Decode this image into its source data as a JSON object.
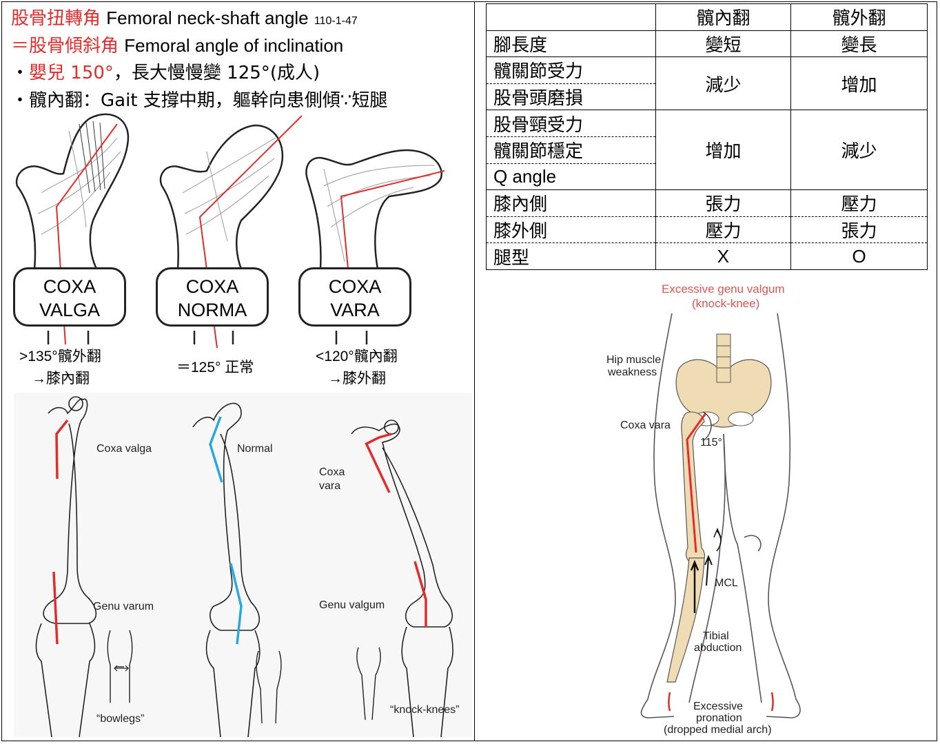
{
  "header": {
    "line1_cn": "股骨扭轉角",
    "line1_en": "Femoral neck-shaft angle",
    "line1_ref": "110-1-47",
    "line2_eq": "＝",
    "line2_cn": "股骨傾斜角",
    "line2_en": "Femoral angle of inclination",
    "line3_bullet": "・",
    "line3_red": "嬰兒 150°",
    "line3_rest": "，長大慢慢變 125°(成人)",
    "line4_bullet": "・",
    "line4_text": "髖內翻：Gait 支撐中期，軀幹向患側傾∵短腿"
  },
  "coxa_boxes": [
    {
      "line1": "COXA",
      "line2": "VALGA"
    },
    {
      "line1": "COXA",
      "line2": "NORMA"
    },
    {
      "line1": "COXA",
      "line2": "VARA"
    }
  ],
  "angle_labels": {
    "valga_a": ">135°髖外翻",
    "valga_b": "→膝內翻",
    "norma": "＝125° 正常",
    "vara_a": "<120°髖內翻",
    "vara_b": "→膝外翻"
  },
  "figure_labels": {
    "coxa_valga": "Coxa valga",
    "normal": "Normal",
    "coxa_vara": "Coxa\nvara",
    "genu_varum": "Genu varum",
    "genu_valgum": "Genu valgum",
    "bowlegs": "“bowlegs”",
    "knock_knees": "“knock-knees”"
  },
  "table": {
    "headers": [
      "",
      "髖內翻",
      "髖外翻"
    ],
    "rows": [
      {
        "label": "腳長度",
        "inner": "變短",
        "outer": "變長"
      },
      {
        "label": "髖關節受力",
        "inner": "減少",
        "outer": "增加"
      },
      {
        "label": "股骨頭磨損"
      },
      {
        "label": "股骨頸受力",
        "inner": "增加",
        "outer": "減少"
      },
      {
        "label": "髖關節穩定"
      },
      {
        "label": "Q angle"
      },
      {
        "label": "膝內側",
        "inner": "張力",
        "outer": "壓力"
      },
      {
        "label": "膝外側",
        "inner": "壓力",
        "outer": "張力"
      },
      {
        "label": "腿型",
        "inner": "X",
        "outer": "O"
      }
    ]
  },
  "right_figure": {
    "title_a": "Excessive genu valgum",
    "title_b": "(knock-knee)",
    "hip_a": "Hip muscle",
    "hip_b": "weakness",
    "coxa_vara": "Coxa vara",
    "angle": "115°",
    "mcl": "MCL",
    "tibial_a": "Tibial",
    "tibial_b": "abduction",
    "pron_a": "Excessive",
    "pron_b": "pronation",
    "pron_c": "(dropped medial arch)"
  },
  "colors": {
    "red": "#e32b2b",
    "blue": "#2aa7e0",
    "bone": "#efdcb4",
    "title_red": "#e0554f"
  }
}
